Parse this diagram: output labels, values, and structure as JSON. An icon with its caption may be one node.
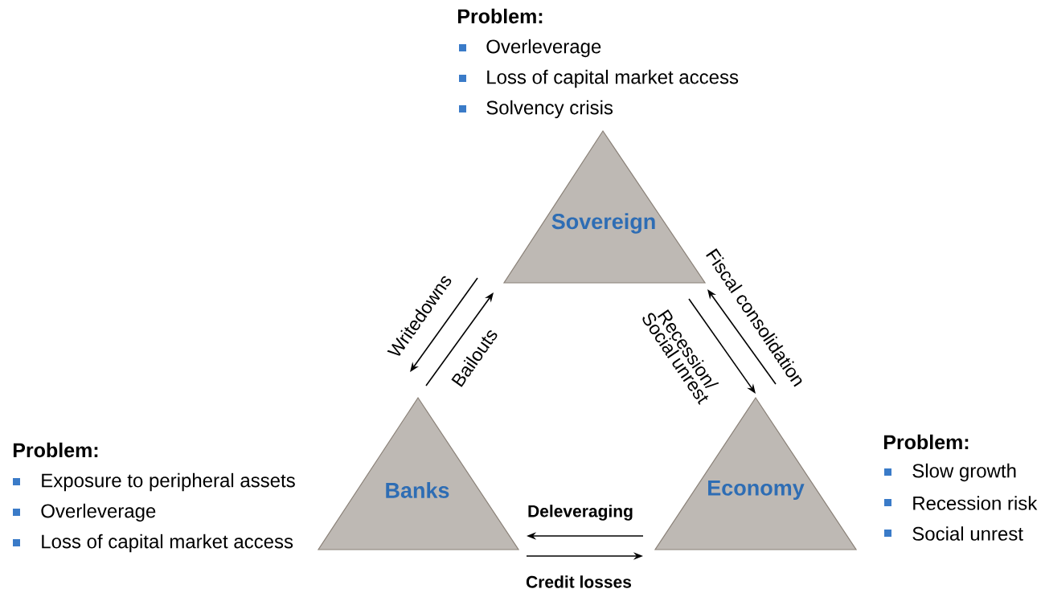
{
  "diagram": {
    "nodes": [
      {
        "text": [
          "Sovereign"
        ],
        "beside": [
          "Problem:",
          "Overleverage",
          "Loss of capital market  access",
          "Solvency crisis"
        ]
      },
      {
        "text": [
          "Banks"
        ],
        "beside": [
          "Problem:",
          "Exposure to peripheral assets",
          "Overleverage",
          "Loss of capital market  access"
        ]
      },
      {
        "text": [
          "Economy"
        ],
        "beside": [
          "Problem:",
          "Slow growth",
          "Recession risk",
          "Social unrest"
        ]
      }
    ],
    "edges": [
      {
        "from": 0,
        "to": 1,
        "arrow": "to",
        "label": "Writedowns"
      },
      {
        "from": 1,
        "to": 0,
        "arrow": "to",
        "label": "Bailouts"
      },
      {
        "from": 0,
        "to": 2,
        "arrow": "to",
        "label": "Recession/ Social unrest"
      },
      {
        "from": 2,
        "to": 0,
        "arrow": "to",
        "label": "Fiscal consolidation"
      },
      {
        "from": 2,
        "to": 1,
        "arrow": "to",
        "label": "Deleveraging"
      },
      {
        "from": 1,
        "to": 2,
        "arrow": "to",
        "label": "Credit losses"
      }
    ]
  }
}
